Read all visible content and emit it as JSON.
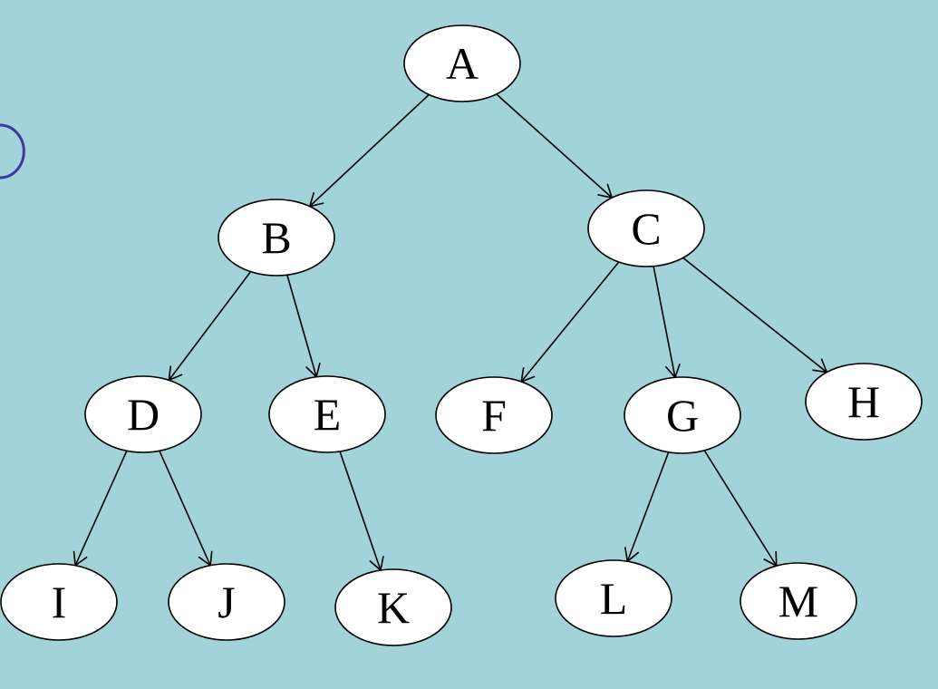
{
  "colors": {
    "background": "#a2d3d8",
    "node_fill": "#ffffff",
    "node_stroke": "#000000",
    "edge": "#000000",
    "partial_circle": "#3a3aa0"
  },
  "tree": {
    "nodes": [
      {
        "id": "A",
        "label": "A"
      },
      {
        "id": "B",
        "label": "B"
      },
      {
        "id": "C",
        "label": "C"
      },
      {
        "id": "D",
        "label": "D"
      },
      {
        "id": "E",
        "label": "E"
      },
      {
        "id": "F",
        "label": "F"
      },
      {
        "id": "G",
        "label": "G"
      },
      {
        "id": "H",
        "label": "H"
      },
      {
        "id": "I",
        "label": "I"
      },
      {
        "id": "J",
        "label": "J"
      },
      {
        "id": "K",
        "label": "K"
      },
      {
        "id": "L",
        "label": "L"
      },
      {
        "id": "M",
        "label": "M"
      }
    ],
    "edges": [
      {
        "from": "A",
        "to": "B"
      },
      {
        "from": "A",
        "to": "C"
      },
      {
        "from": "B",
        "to": "D"
      },
      {
        "from": "B",
        "to": "E"
      },
      {
        "from": "C",
        "to": "F"
      },
      {
        "from": "C",
        "to": "G"
      },
      {
        "from": "C",
        "to": "H"
      },
      {
        "from": "D",
        "to": "I"
      },
      {
        "from": "D",
        "to": "J"
      },
      {
        "from": "E",
        "to": "K"
      },
      {
        "from": "G",
        "to": "L"
      },
      {
        "from": "G",
        "to": "M"
      }
    ]
  }
}
